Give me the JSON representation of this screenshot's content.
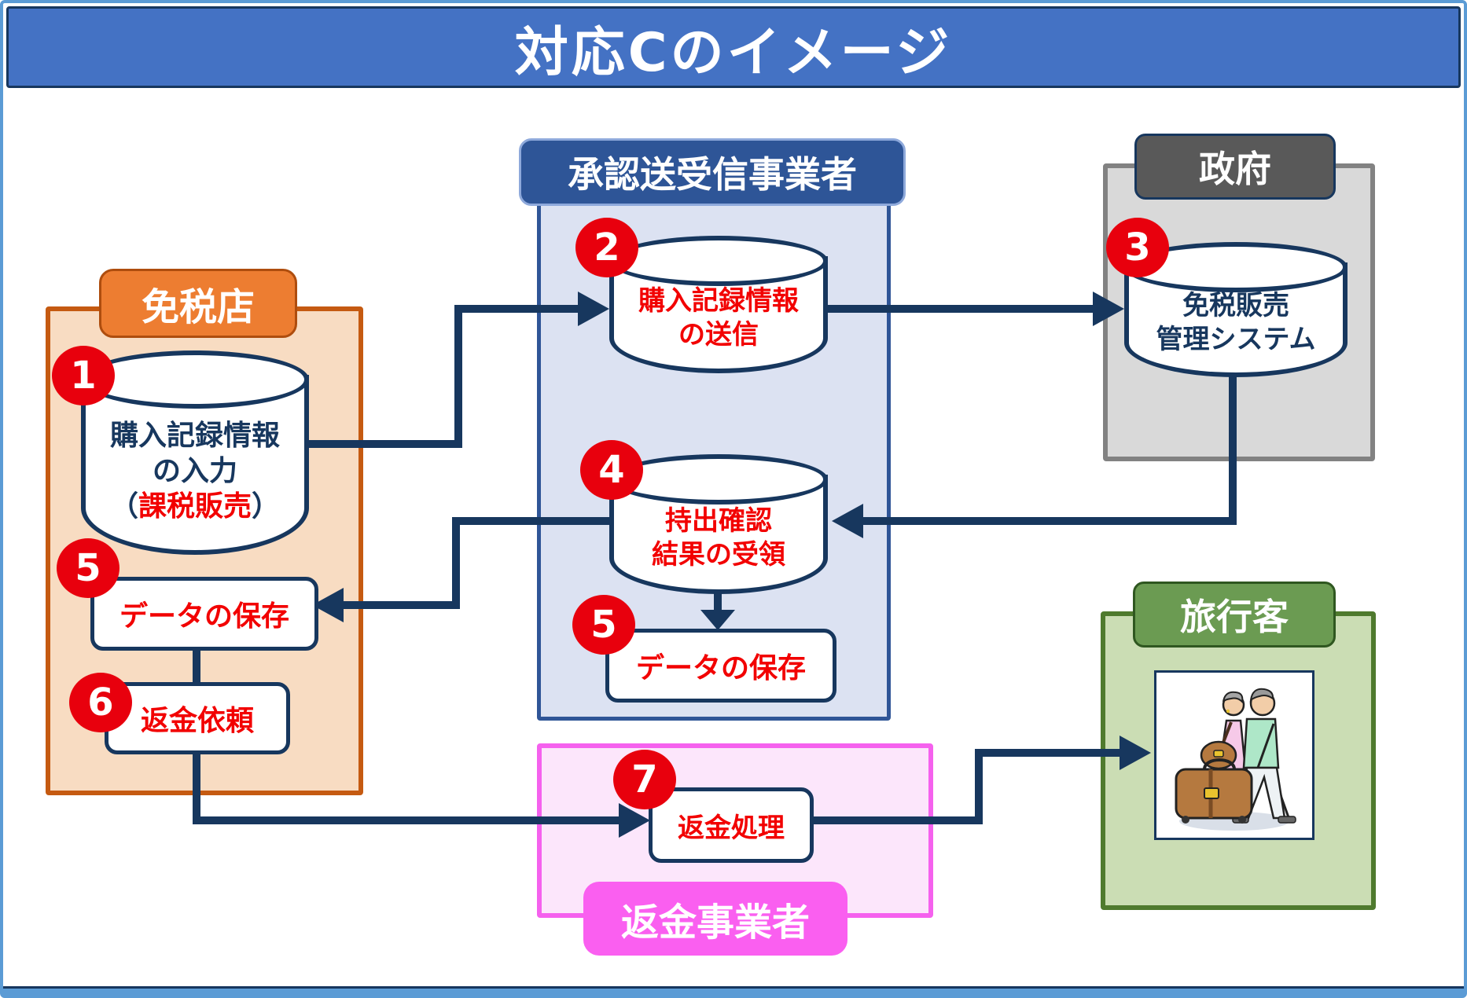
{
  "title": "対応Cのイメージ",
  "groups": {
    "shop": {
      "label": "免税店"
    },
    "carrier": {
      "label": "承認送受信事業者"
    },
    "government": {
      "label": "政府"
    },
    "traveler": {
      "label": "旅行客"
    },
    "refund": {
      "label": "返金事業者"
    }
  },
  "nodes": {
    "purchase_input": {
      "step": "1",
      "line1": "購入記録情報",
      "line2": "の入力",
      "paren_open": "（",
      "line3": "課税販売",
      "paren_close": "）"
    },
    "purchase_send": {
      "step": "2",
      "line1": "購入記録情報",
      "line2": "の送信"
    },
    "dutyfree_system": {
      "step": "3",
      "line1": "免税販売",
      "line2": "管理システム"
    },
    "carryout_receive": {
      "step": "4",
      "line1": "持出確認",
      "line2": "結果の受領"
    },
    "data_save_shop": {
      "step": "5",
      "label": "データの保存"
    },
    "data_save_carrier": {
      "step": "5",
      "label": "データの保存"
    },
    "refund_request": {
      "step": "6",
      "label": "返金依頼"
    },
    "refund_process": {
      "step": "7",
      "label": "返金処理"
    }
  },
  "colors": {
    "title_bg": "#4472C4",
    "navy": "#17375E",
    "red_text": "#F20000",
    "badge_red": "#E8000D",
    "shop_accent": "#ED7D31",
    "carrier_accent": "#2E5597",
    "government_accent": "#595959",
    "traveler_accent": "#6B9B52",
    "refund_accent": "#FA5FF0",
    "frame_blue": "#5B9BD5"
  }
}
